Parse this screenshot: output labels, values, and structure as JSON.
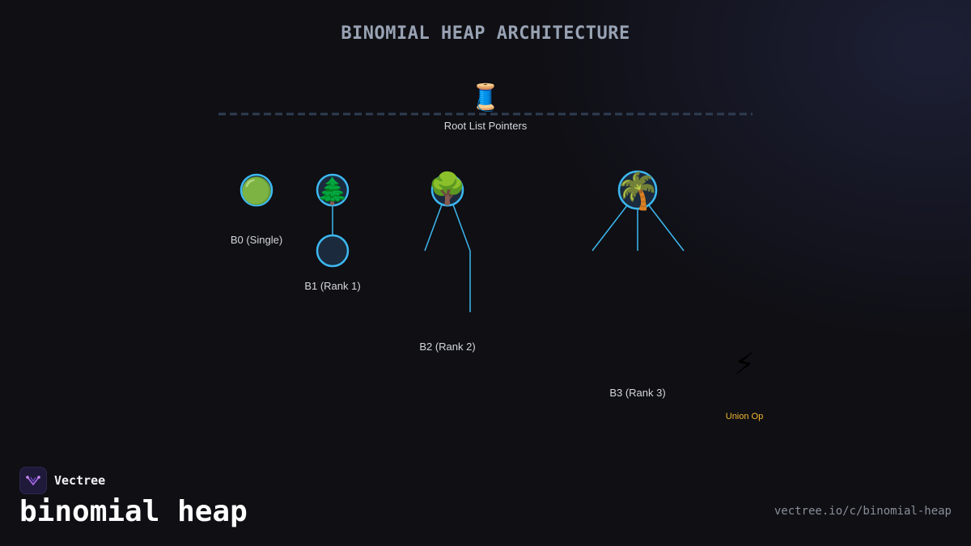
{
  "title": "BINOMIAL HEAP ARCHITECTURE",
  "root_list": {
    "icon": "🧵",
    "label": "Root List Pointers"
  },
  "trees": [
    {
      "icon": "🟢",
      "label": "B0 (Single)"
    },
    {
      "icon": "🌲",
      "label": "B1 (Rank 1)"
    },
    {
      "icon": "🌳",
      "label": "B2 (Rank 2)"
    },
    {
      "icon": "🌴",
      "label": "B3 (Rank 3)"
    }
  ],
  "union": {
    "icon": "⚡",
    "label": "Union Op"
  },
  "footer": {
    "brand": "Vectree",
    "topic": "binomial heap",
    "url": "vectree.io/c/binomial-heap"
  },
  "colors": {
    "background": "#0f0f14",
    "node_stroke": "#3db8f0",
    "node_fill": "#1b2a3c",
    "root_line": "#2f3d52",
    "accent": "#f5b82e"
  }
}
